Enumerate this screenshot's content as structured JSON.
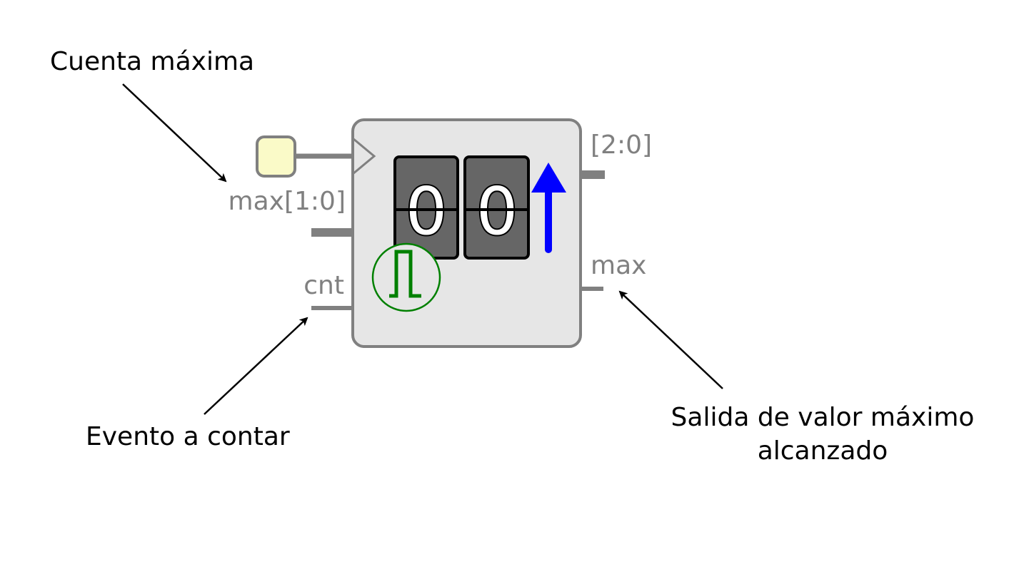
{
  "annotations": {
    "max_count": "Cuenta máxima",
    "count_event": "Evento a contar",
    "max_output_line1": "Salida de valor máximo",
    "max_output_line2": "alcanzado"
  },
  "ports": {
    "max_input": "max[1:0]",
    "count_input": "cnt",
    "value_output": "[2:0]",
    "max_output": "max"
  },
  "display": {
    "digits": [
      "0",
      "0"
    ]
  },
  "colors": {
    "block_fill": "#e6e6e6",
    "block_stroke": "#808080",
    "wire": "#808080",
    "port_label": "#808080",
    "digit_panel": "#666666",
    "constant_box": "#fafac8",
    "up_arrow": "#0000ff",
    "pulse_icon": "#008000",
    "annotation_arrow": "#000000"
  },
  "icons": {
    "constant": "constant-input-box",
    "clock": "clock-triangle-icon",
    "direction": "up-arrow-icon",
    "pulse": "pulse-icon"
  }
}
